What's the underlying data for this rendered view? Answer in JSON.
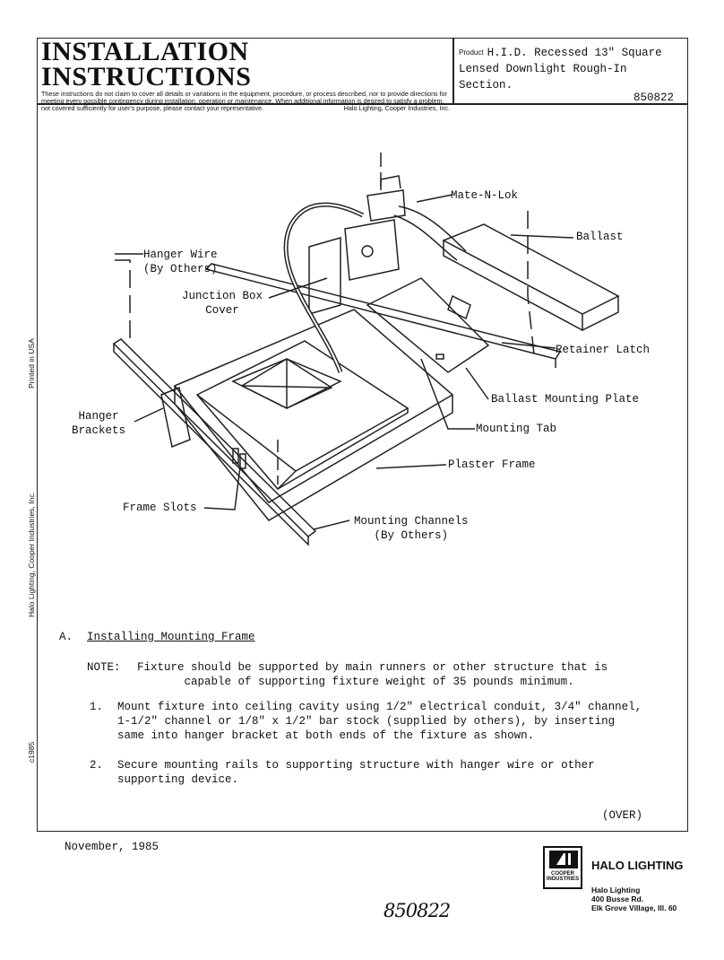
{
  "header": {
    "title": "INSTALLATION INSTRUCTIONS",
    "disclaimer": "These instructions do not claim to cover all details or variations in the equipment, procedure, or process described, nor to provide directions for meeting every possible contingency during installation, operation or maintenance. When additional information is desired to satisfy a problem, not covered sufficiently for user's purpose, please contact your representative.",
    "company_credit": "Halo Lighting, Cooper Industries, Inc.",
    "product_label": "Product",
    "product_description": "H.I.D. Recessed 13\" Square Lensed Downlight Rough-In Section.",
    "product_number": "850822"
  },
  "side_text": {
    "printed": "Printed in USA",
    "company": "Halo Lighting, Cooper Industries, Inc.",
    "copyright": "c1985"
  },
  "diagram_labels": {
    "mate_n_lok": "Mate-N-Lok",
    "ballast": "Ballast",
    "hanger_wire": "Hanger Wire\n(By Others)",
    "junction_box_cover": "Junction Box\nCover",
    "retainer_latch": "Retainer Latch",
    "ballast_mounting_plate": "Ballast Mounting Plate",
    "hanger_brackets": "Hanger\nBrackets",
    "mounting_tab": "Mounting Tab",
    "plaster_frame": "Plaster Frame",
    "frame_slots": "Frame Slots",
    "mounting_channels": "Mounting Channels\n(By Others)"
  },
  "section": {
    "letter": "A.",
    "heading": "Installing Mounting Frame",
    "note_label": "NOTE:",
    "note_text": "Fixture should be supported by main runners or other structure that is\n       capable of supporting fixture weight of 35 pounds minimum.",
    "steps": [
      {
        "num": "1.",
        "text": "Mount fixture into ceiling cavity using 1/2\" electrical conduit, 3/4\" channel,\n1-1/2\" channel or 1/8\" x 1/2\" bar stock (supplied by others), by inserting\nsame into hanger bracket at both ends of the fixture as shown."
      },
      {
        "num": "2.",
        "text": "Secure mounting rails to supporting structure with hanger wire or other\nsupporting device."
      }
    ],
    "over": "(OVER)"
  },
  "footer": {
    "date": "November, 1985",
    "logo_text": "COOPER\nINDUSTRIES",
    "company_name": "HALO LIGHTING",
    "address_lines": [
      "Halo Lighting",
      "400 Busse Rd.",
      "Elk Grove Village, Ill. 60"
    ],
    "handwritten_number": "850822"
  }
}
